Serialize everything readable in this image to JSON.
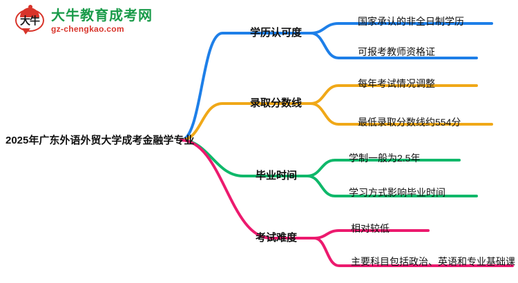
{
  "logo": {
    "mark_text": "大牛",
    "title": "大牛教育成考网",
    "subtitle": "gz-chengkao.com"
  },
  "mindmap": {
    "root": "2025年广东外语外贸大学成考金融学专业",
    "branches": [
      {
        "label": "学历认可度",
        "color": "#1E7FE8",
        "children": [
          "国家承认的非全日制学历",
          "可报考教师资格证"
        ]
      },
      {
        "label": "录取分数线",
        "color": "#F0A818",
        "children": [
          "每年考试情况调整",
          "最低录取分数线约554分"
        ]
      },
      {
        "label": "毕业时间",
        "color": "#0FB86A",
        "children": [
          "学制一般为2.5年",
          "学习方式影响毕业时间"
        ]
      },
      {
        "label": "考试难度",
        "color": "#EC1A6E",
        "children": [
          "相对较低",
          "主要科目包括政治、英语和专业基础课"
        ]
      }
    ]
  }
}
